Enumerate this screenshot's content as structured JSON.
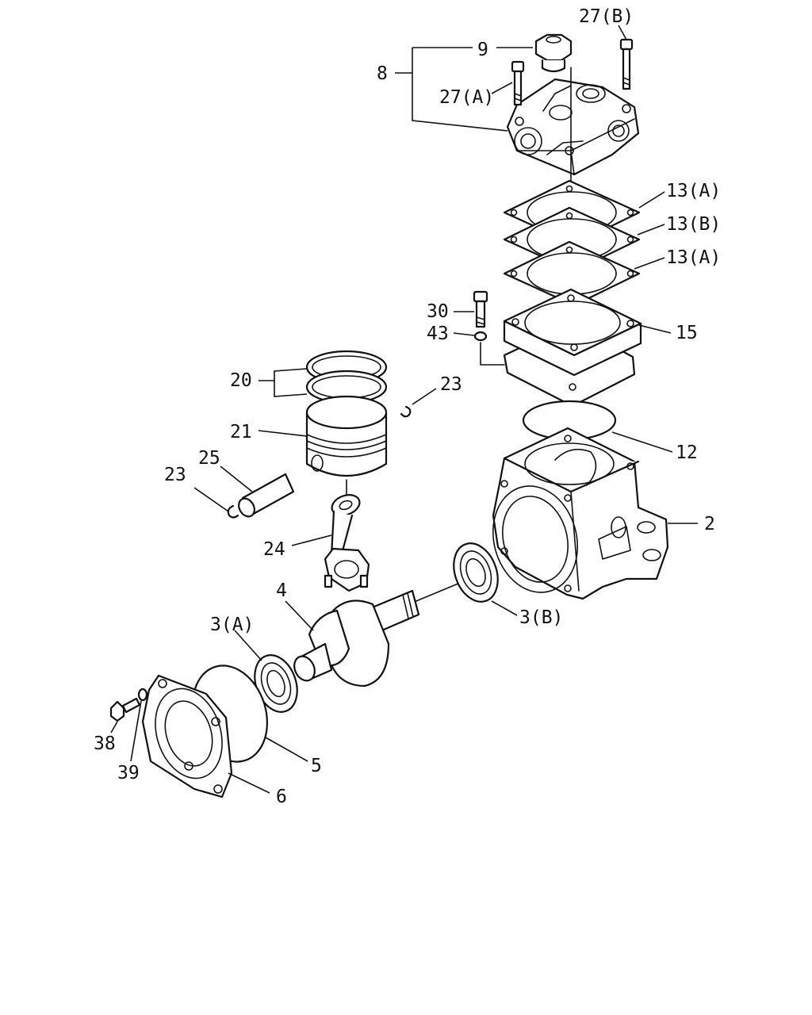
{
  "labels": {
    "p27b": "27(B)",
    "p9": "9",
    "p8": "8",
    "p27a": "27(A)",
    "p13a_top": "13(A)",
    "p13b": "13(B)",
    "p13a_bottom": "13(A)",
    "p30": "30",
    "p43": "43",
    "p15": "15",
    "p20": "20",
    "p23_right": "23",
    "p21": "21",
    "p12": "12",
    "p25": "25",
    "p23_left": "23",
    "p2": "2",
    "p24": "24",
    "p4": "4",
    "p3b": "3(B)",
    "p3a": "3(A)",
    "p38": "38",
    "p5": "5",
    "p39": "39",
    "p6": "6"
  },
  "colors": {
    "line": "#111111",
    "background": "#ffffff"
  }
}
